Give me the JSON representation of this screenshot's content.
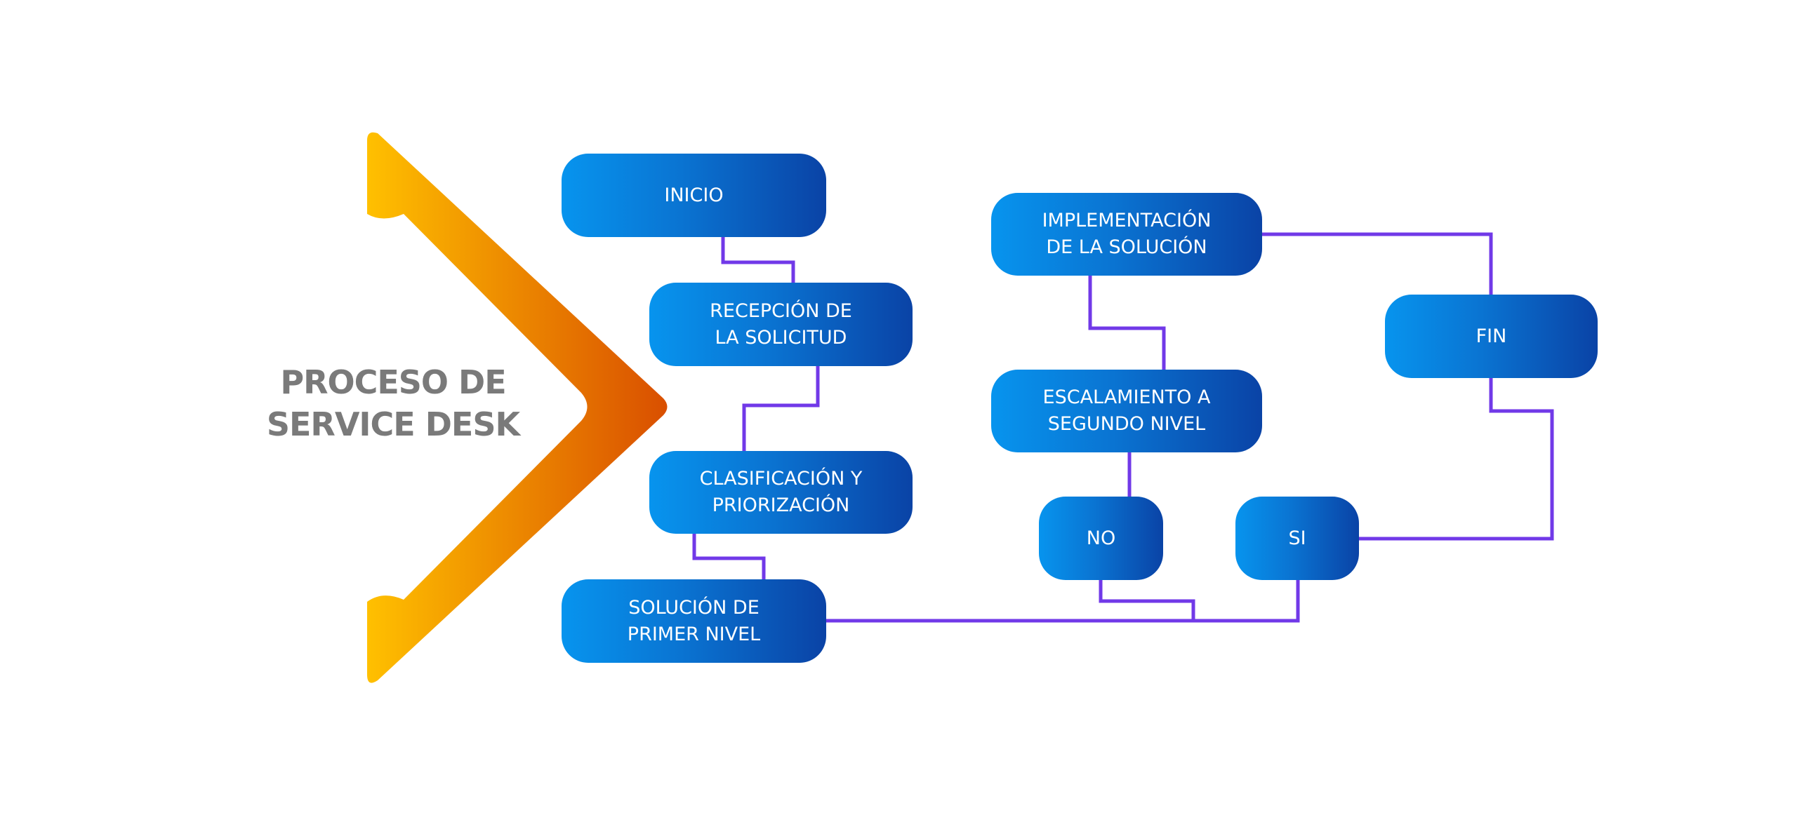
{
  "title": {
    "line1": "PROCESO DE",
    "line2": "SERVICE DESK"
  },
  "colors": {
    "chevron_start": "#ffc000",
    "chevron_end": "#d94f00",
    "node_start": "#0794ee",
    "node_end": "#0a43a6",
    "connector_start": "#9b4dea",
    "connector_end": "#3f22e6",
    "title_text": "#7a7a7a"
  },
  "nodes": [
    {
      "id": "inicio",
      "lines": [
        "INICIO"
      ]
    },
    {
      "id": "recepcion",
      "lines": [
        "RECEPCIÓN DE",
        "LA SOLICITUD"
      ]
    },
    {
      "id": "clasificacion",
      "lines": [
        "CLASIFICACIÓN Y",
        "PRIORIZACIÓN"
      ]
    },
    {
      "id": "solucion-primer-nivel",
      "lines": [
        "SOLUCIÓN DE",
        "PRIMER NIVEL"
      ]
    },
    {
      "id": "implementacion",
      "lines": [
        "IMPLEMENTACIÓN",
        "DE LA SOLUCIÓN"
      ]
    },
    {
      "id": "escalamiento",
      "lines": [
        "ESCALAMIENTO A",
        "SEGUNDO NIVEL"
      ]
    },
    {
      "id": "no",
      "lines": [
        "NO"
      ]
    },
    {
      "id": "si",
      "lines": [
        "SI"
      ]
    },
    {
      "id": "fin",
      "lines": [
        "FIN"
      ]
    }
  ],
  "connections": [
    {
      "from": "inicio",
      "to": "recepcion"
    },
    {
      "from": "recepcion",
      "to": "clasificacion"
    },
    {
      "from": "clasificacion",
      "to": "solucion-primer-nivel"
    },
    {
      "from": "solucion-primer-nivel",
      "to": "si"
    },
    {
      "from": "no",
      "to": "solucion-primer-nivel"
    },
    {
      "from": "implementacion",
      "to": "escalamiento"
    },
    {
      "from": "escalamiento",
      "to": "no"
    },
    {
      "from": "implementacion",
      "to": "fin"
    },
    {
      "from": "fin",
      "to": "si"
    }
  ]
}
